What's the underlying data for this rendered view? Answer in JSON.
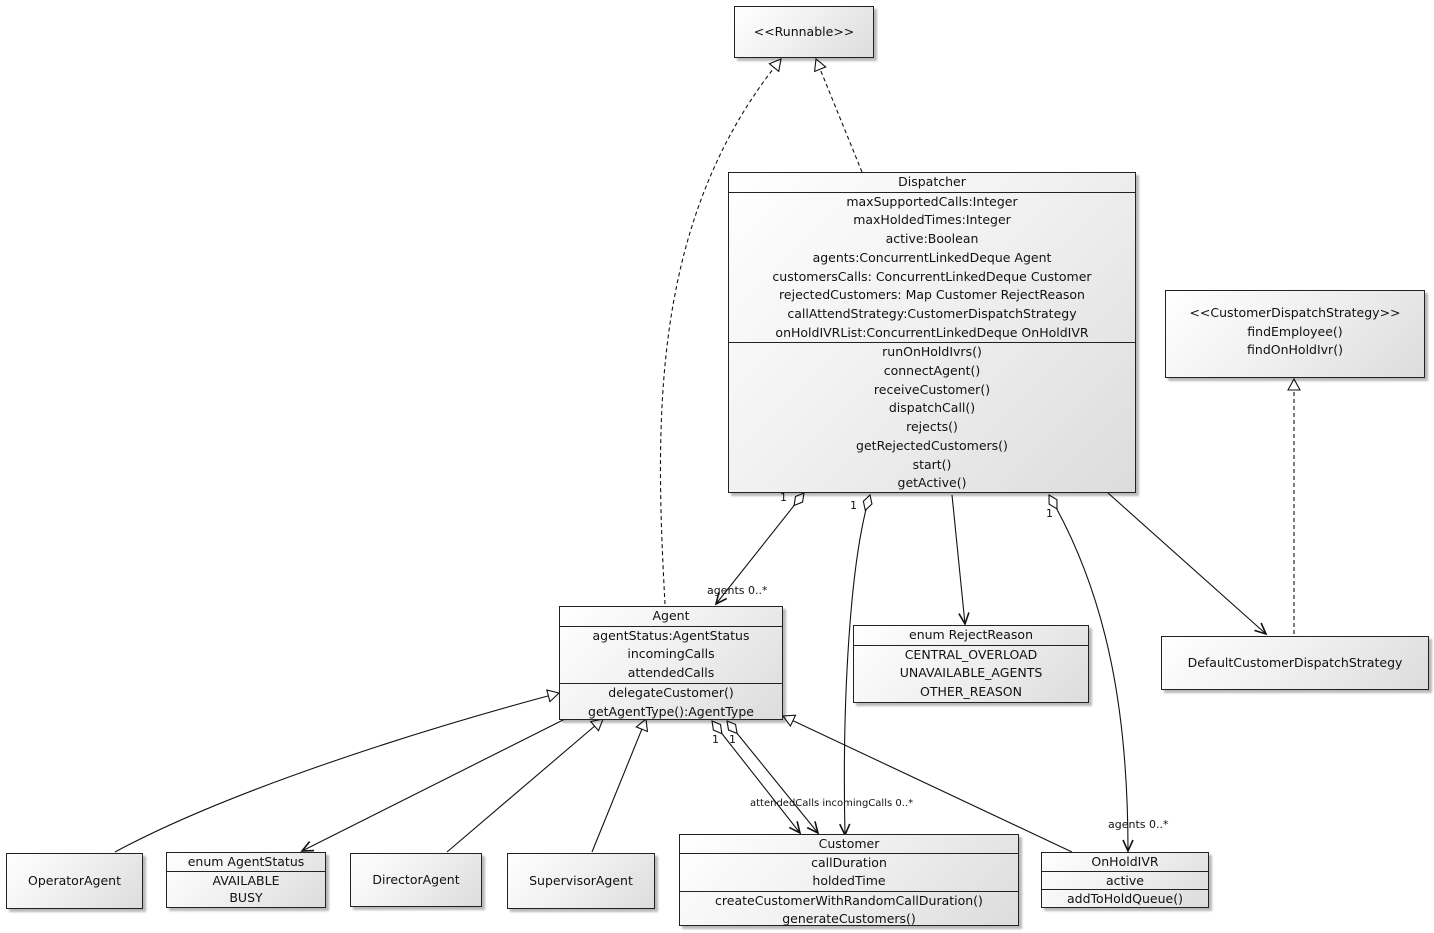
{
  "classes": {
    "runnable": {
      "title": "<<Runnable>>"
    },
    "dispatcher": {
      "title": "Dispatcher",
      "attributes": [
        "maxSupportedCalls:Integer",
        "maxHoldedTimes:Integer",
        "active:Boolean",
        "agents:ConcurrentLinkedDeque Agent",
        "customersCalls: ConcurrentLinkedDeque Customer",
        "rejectedCustomers: Map Customer RejectReason",
        "callAttendStrategy:CustomerDispatchStrategy",
        "onHoldIVRList:ConcurrentLinkedDeque OnHoldIVR"
      ],
      "methods": [
        "runOnHoldIvrs()",
        "connectAgent()",
        "receiveCustomer()",
        "dispatchCall()",
        "rejects()",
        "getRejectedCustomers()",
        "start()",
        "getActive()"
      ]
    },
    "strategy": {
      "title": "<<CustomerDispatchStrategy>>",
      "methods": [
        "findEmployee()",
        "findOnHoldIvr()"
      ]
    },
    "default_strategy": {
      "title": "DefaultCustomerDispatchStrategy"
    },
    "agent": {
      "title": "Agent",
      "attributes": [
        "agentStatus:AgentStatus",
        "incomingCalls",
        "attendedCalls"
      ],
      "methods": [
        "delegateCustomer()",
        "getAgentType():AgentType"
      ]
    },
    "reject_reason": {
      "title": "enum RejectReason",
      "values": [
        "CENTRAL_OVERLOAD",
        "UNAVAILABLE_AGENTS",
        "OTHER_REASON"
      ]
    },
    "operator_agent": {
      "title": "OperatorAgent"
    },
    "agent_status": {
      "title": "enum AgentStatus",
      "values": [
        "AVAILABLE",
        "BUSY"
      ]
    },
    "director_agent": {
      "title": "DirectorAgent"
    },
    "supervisor_agent": {
      "title": "SupervisorAgent"
    },
    "customer": {
      "title": "Customer",
      "attributes": [
        "callDuration",
        "holdedTime"
      ],
      "methods": [
        "createCustomerWithRandomCallDuration()",
        "generateCustomers()"
      ]
    },
    "onhold_ivr": {
      "title": "OnHoldIVR",
      "attributes": [
        "active"
      ],
      "methods": [
        "addToHoldQueue()"
      ]
    }
  },
  "edge_labels": {
    "d_agent_1": "1",
    "d_agent_many": "agents 0..*",
    "d_customer_1": "1",
    "d_ivr_1": "1",
    "ivr_many": "agents 0..*",
    "agent_cust_1a": "1",
    "agent_cust_1b": "1",
    "customer_many": "attendedCalls incomingCalls 0..*"
  }
}
